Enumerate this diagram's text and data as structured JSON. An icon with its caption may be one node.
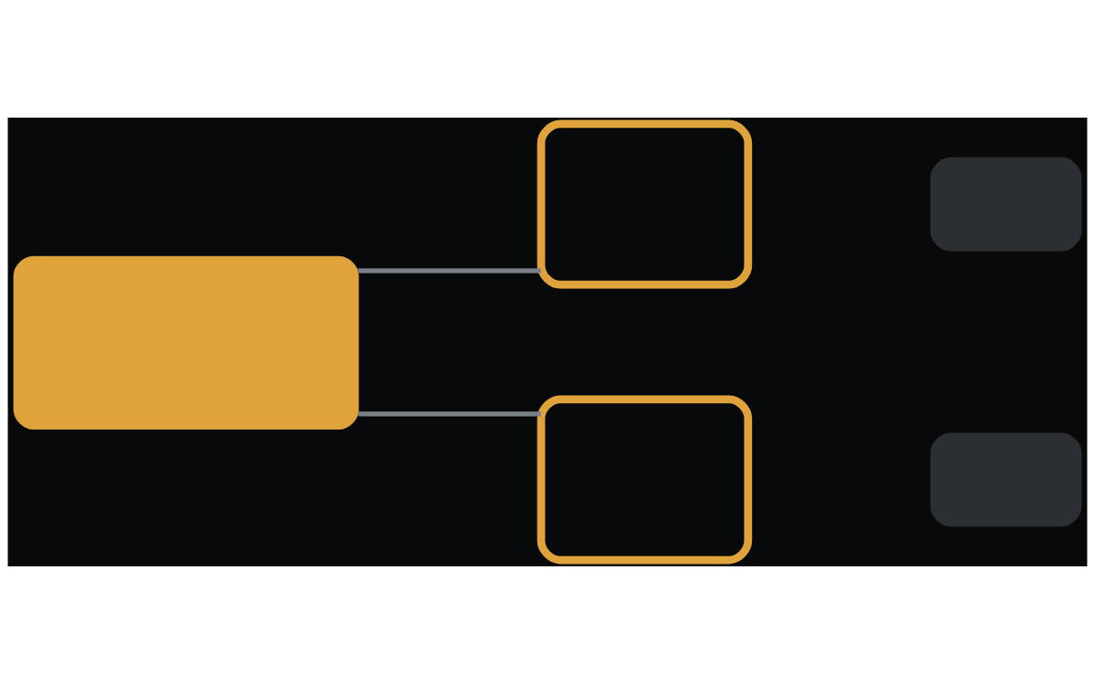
{
  "diagram": {
    "nodes": [
      {
        "text": [],
        "shape": "box"
      },
      {
        "text": [],
        "shape": "box"
      },
      {
        "text": [],
        "shape": "box"
      },
      {
        "text": [],
        "shape": "box"
      },
      {
        "text": [],
        "shape": "box"
      }
    ],
    "edges": [
      {
        "from": 0,
        "to": 1,
        "arrow": "none"
      },
      {
        "from": 0,
        "to": 3,
        "arrow": "none"
      }
    ]
  }
}
